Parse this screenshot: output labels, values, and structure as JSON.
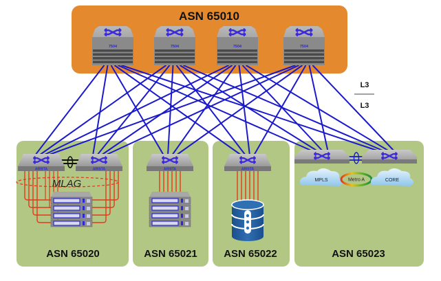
{
  "spine": {
    "title": "ASN 65010",
    "fill": "#E5892F",
    "switches": [
      {
        "model": "7504"
      },
      {
        "model": "7504"
      },
      {
        "model": "7504"
      },
      {
        "model": "7504"
      }
    ]
  },
  "legend": {
    "top": "L3",
    "bottom": "L3"
  },
  "link_color": "#1A1ACC",
  "access_link_color": "#E03A1A",
  "leaf_fill": "#B3C785",
  "groups": [
    {
      "id": "asn65020",
      "title": "ASN 65020",
      "switches": [
        {
          "brand": "ARISTA"
        },
        {
          "brand": "ARISTA"
        }
      ],
      "mlag_label": "MLAG",
      "endpoint": "server-stack"
    },
    {
      "id": "asn65021",
      "title": "ASN 65021",
      "switches": [
        {
          "brand": "ARISTA"
        }
      ],
      "endpoint": "server-stack"
    },
    {
      "id": "asn65022",
      "title": "ASN 65022",
      "switches": [
        {
          "brand": "ARISTA"
        }
      ],
      "endpoint": "database"
    },
    {
      "id": "asn65023",
      "title": "ASN 65023",
      "switches": [
        {
          "brand": ""
        },
        {
          "brand": ""
        }
      ],
      "clouds": [
        {
          "label": "MPLS"
        },
        {
          "label": "Metro A"
        },
        {
          "label": "CORE"
        }
      ]
    }
  ]
}
